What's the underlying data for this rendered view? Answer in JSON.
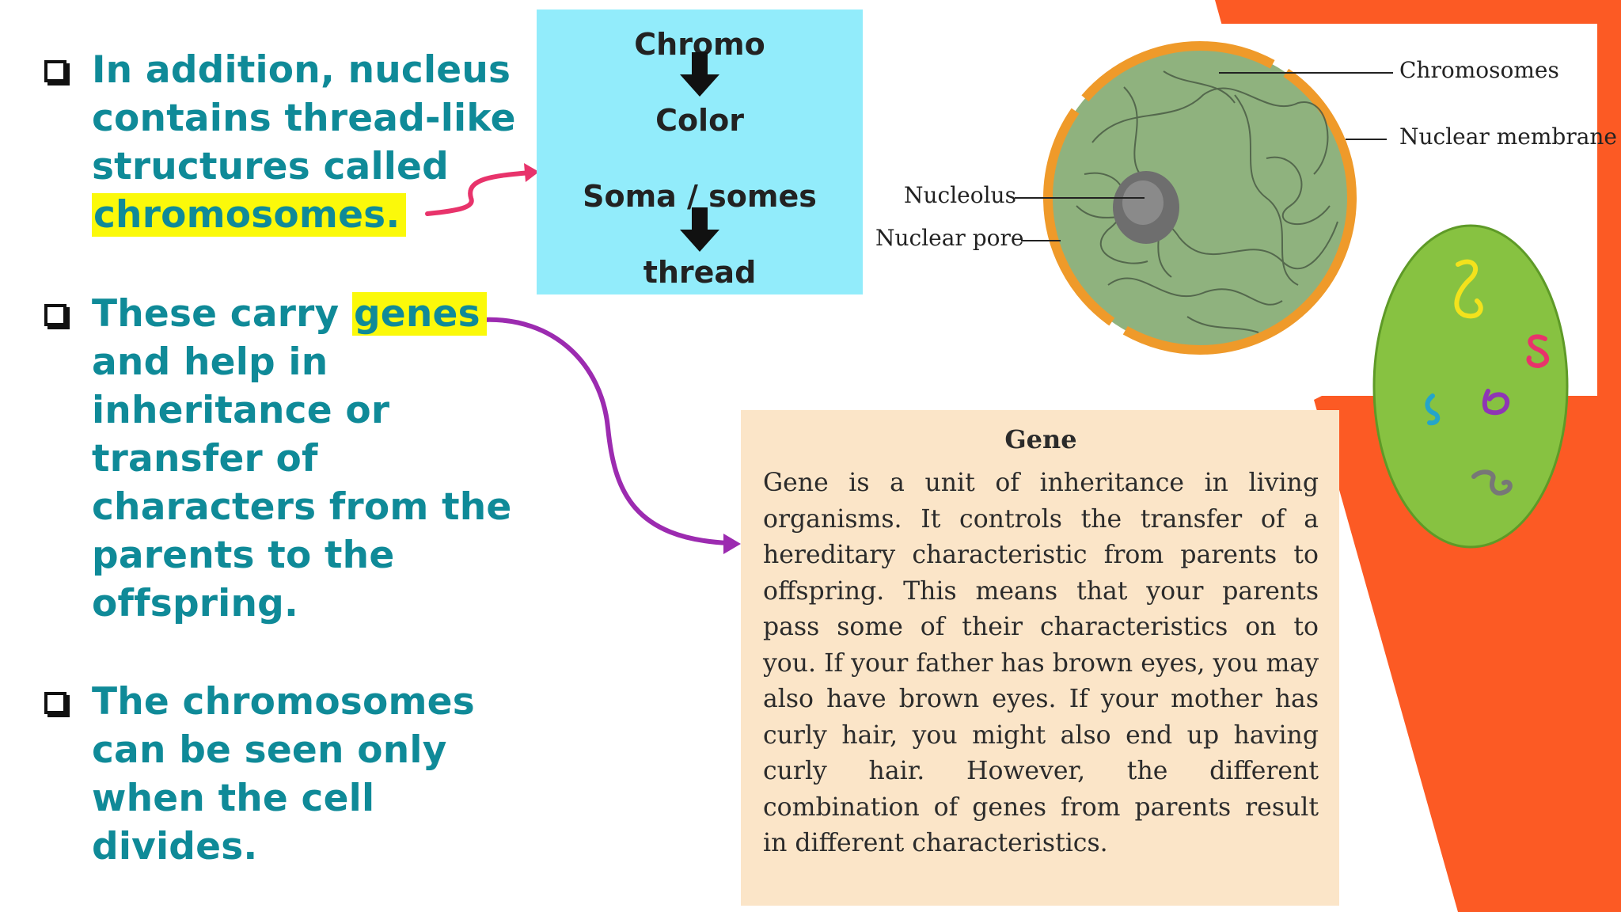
{
  "colors": {
    "bullet_text": "#0f8a98",
    "highlight": "#fbf90a",
    "etymology_bg": "#92ecfb",
    "gene_box_bg": "#fbe5c8",
    "accent_orange": "#fc5a24",
    "cell_green": "#87c241",
    "arrow_pink": "#e8336b",
    "arrow_purple": "#9c2bb0"
  },
  "bullets": [
    {
      "text_before": "In addition, nucleus contains thread-like structures called ",
      "highlight": "chromosomes.",
      "text_after": ""
    },
    {
      "text_before": "These carry ",
      "highlight": "genes",
      "text_after": " and help in inheritance or transfer of characters from the parents to the offspring."
    },
    {
      "text_before": "The chromosomes can be seen only when the cell divides.",
      "highlight": "",
      "text_after": ""
    }
  ],
  "etymology": {
    "word1": "Chromo",
    "meaning1": "Color",
    "word2": "Soma / somes",
    "meaning2": "thread"
  },
  "nucleus_diagram": {
    "labels": {
      "chromosomes": "Chromosomes",
      "membrane": "Nuclear membrane",
      "nucleolus": "Nucleolus",
      "pore": "Nuclear pore"
    }
  },
  "gene_box": {
    "title": "Gene",
    "body": "Gene is a unit of inheritance in living organisms. It controls the transfer of a hereditary characteristic from parents to offspring. This means that your parents pass some of their characteristics on to you. If your father has brown eyes, you may also have brown eyes. If your mother has curly hair, you might also end up having curly hair. However, the different combination of genes from parents result in different characteristics."
  }
}
